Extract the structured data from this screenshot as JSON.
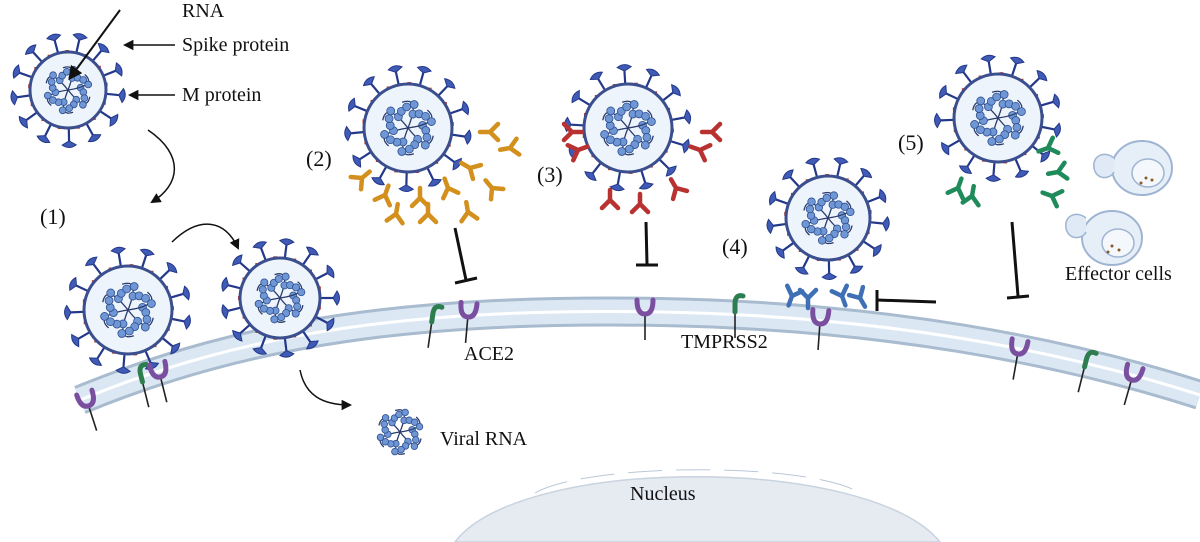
{
  "labels": {
    "rna": "RNA",
    "spike_protein": "Spike protein",
    "m_protein": "M protein",
    "ace2": "ACE2",
    "tmprss2": "TMPRSS2",
    "viral_rna": "Viral RNA",
    "nucleus": "Nucleus",
    "effector_cells": "Effector cells"
  },
  "steps": [
    "(1)",
    "(2)",
    "(3)",
    "(4)",
    "(5)"
  ],
  "colors": {
    "spike": "#3f5bb5",
    "spike_dark": "#23388a",
    "envelope_fill": "#eef4fb",
    "envelope_stroke": "#3b4f8e",
    "m_protein": "#c0392b",
    "rna_beads": "#6f97d6",
    "membrane_fill": "#dbe8f4",
    "membrane_stroke": "#a9bbcf",
    "nucleus_fill": "#e6ebf1",
    "ace2": "#7a4fa0",
    "tmprss2": "#2e7d4f",
    "antibody_2": "#d4901c",
    "antibody_3": "#b83232",
    "antibody_4": "#3f6fb5",
    "antibody_5": "#1f8a5a",
    "effector": "#c9d8ec",
    "arrow": "#111111"
  },
  "icons": [
    "virion-icon",
    "receptor-icon",
    "antibody-icon",
    "effector-cell-icon",
    "inhibition-arrow-icon",
    "viral-rna-icon"
  ]
}
